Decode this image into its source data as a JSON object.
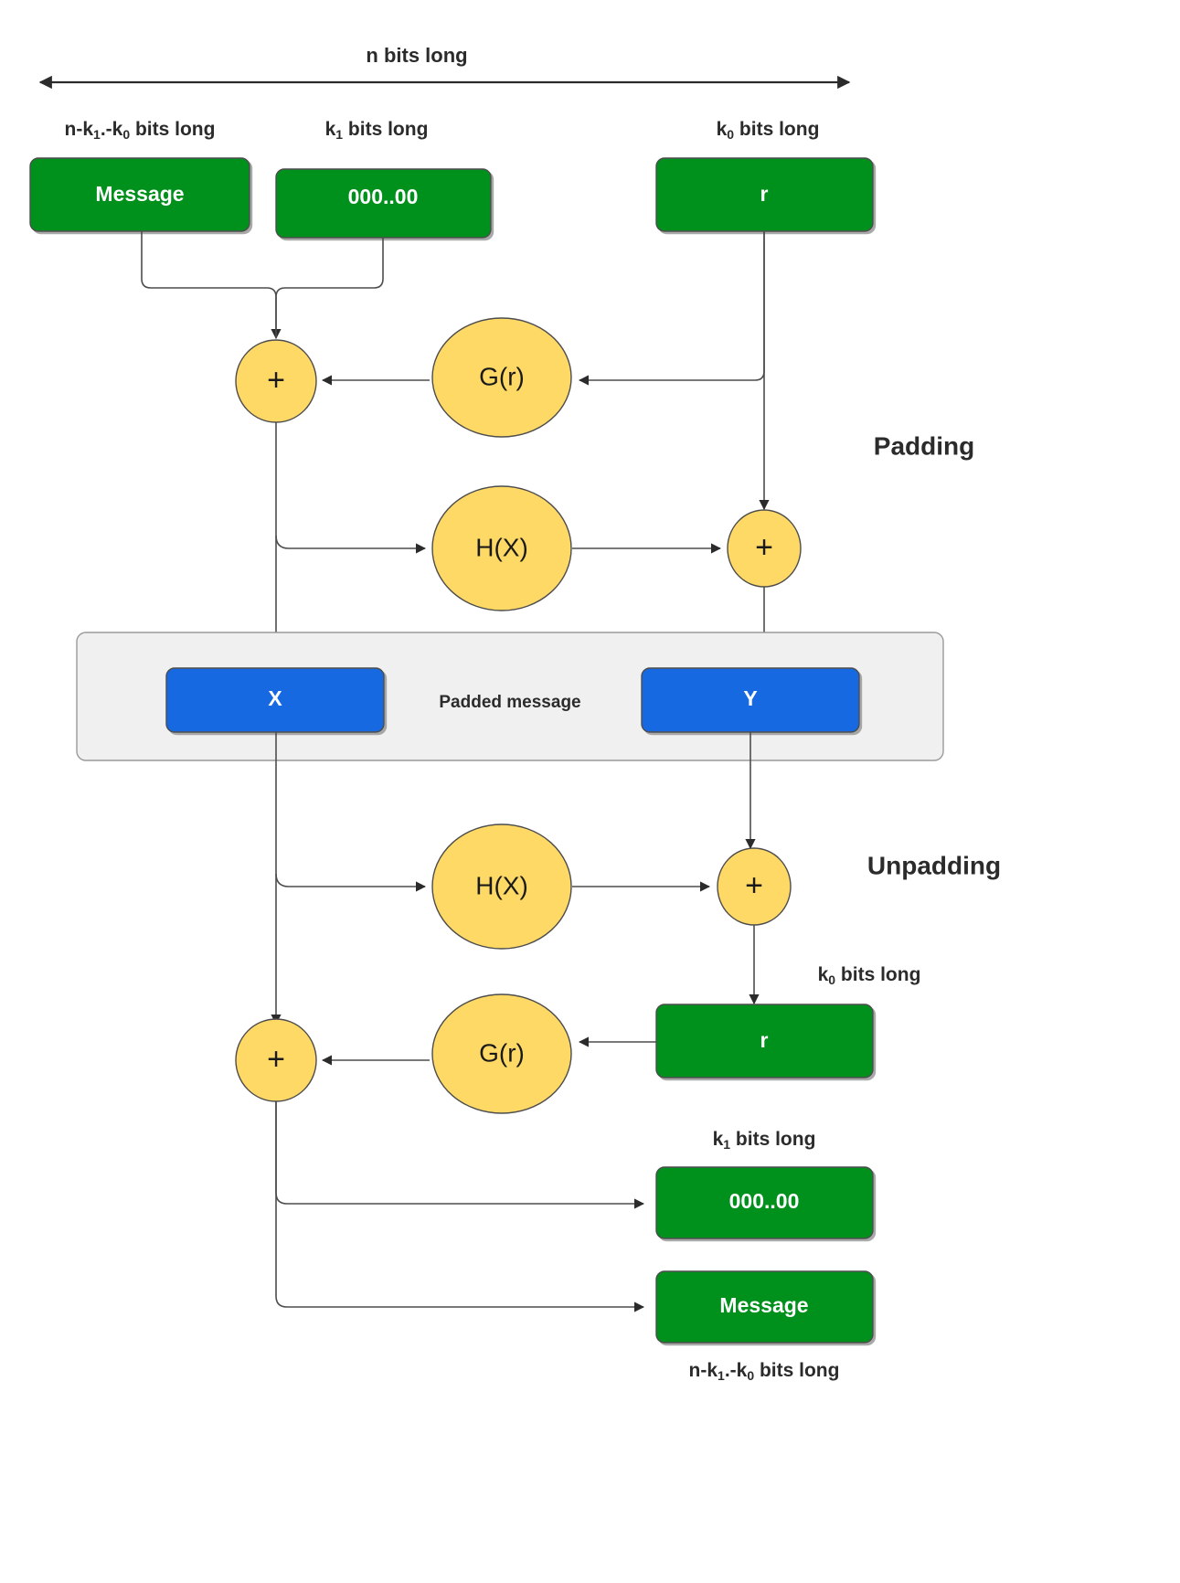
{
  "diagram": {
    "title_top": "n bits long",
    "colors": {
      "green_box": "#00901f",
      "blue_box": "#1569e0",
      "yellow_node": "#ffd966",
      "panel_bg": "#f0f0f0",
      "edge": "#4d4d4d",
      "text_dark": "#2b2b2b",
      "text_light": "#ffffff"
    },
    "sections": {
      "padding_label": "Padding",
      "unpadding_label": "Unpadding"
    },
    "panel": {
      "label": "Padded message"
    },
    "captions": {
      "message_top": "n-k₁.-k₀ bits long",
      "zeros_top": "k₁ bits long",
      "r_top": "k₀ bits long",
      "r_bottom": "k₀ bits long",
      "zeros_bottom": "k₁ bits long",
      "message_bottom": "n-k₁.-k₀ bits long"
    },
    "nodes": {
      "message_top": "Message",
      "zeros_top": "000..00",
      "r_top": "r",
      "xor_1": "+",
      "g_top": "G(r)",
      "h_top": "H(X)",
      "xor_2": "+",
      "x_block": "X",
      "y_block": "Y",
      "h_bottom": "H(X)",
      "xor_3": "+",
      "r_bottom": "r",
      "g_bottom": "G(r)",
      "xor_4": "+",
      "zeros_bottom": "000..00",
      "message_bottom": "Message"
    }
  }
}
